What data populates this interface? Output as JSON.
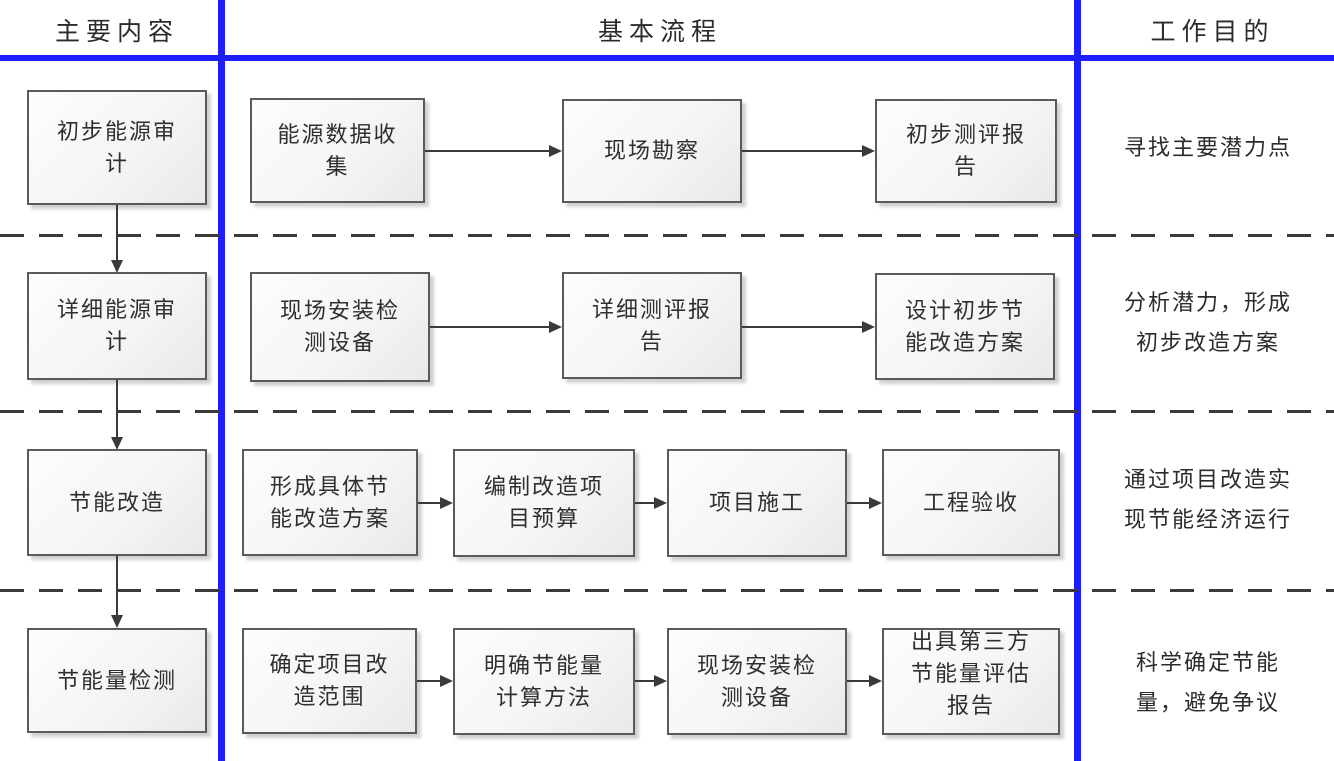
{
  "headers": {
    "main_content": "主要内容",
    "basic_process": "基本流程",
    "work_purpose": "工作目的"
  },
  "colors": {
    "divider_blue": "#1d1dfe",
    "box_border_gray": "#5a5a5a",
    "text_dark": "#2f2f2f"
  },
  "rows": [
    {
      "main": "初步能源审\n计",
      "steps": [
        "能源数据收\n集",
        "现场勘察",
        "初步测评报\n告"
      ],
      "purpose": "寻找主要潜力点"
    },
    {
      "main": "详细能源审\n计",
      "steps": [
        "现场安装检\n测设备",
        "详细测评报\n告",
        "设计初步节\n能改造方案"
      ],
      "purpose": "分析潜力，形成\n初步改造方案"
    },
    {
      "main": "节能改造",
      "steps": [
        "形成具体节\n能改造方案",
        "编制改造项\n目预算",
        "项目施工",
        "工程验收"
      ],
      "purpose": "通过项目改造实\n现节能经济运行"
    },
    {
      "main": "节能量检测",
      "steps": [
        "确定项目改\n造范围",
        "明确节能量\n计算方法",
        "现场安装检\n测设备",
        "出具第三方\n节能量评估\n报告"
      ],
      "purpose": "科学确定节能\n量，避免争议"
    }
  ]
}
